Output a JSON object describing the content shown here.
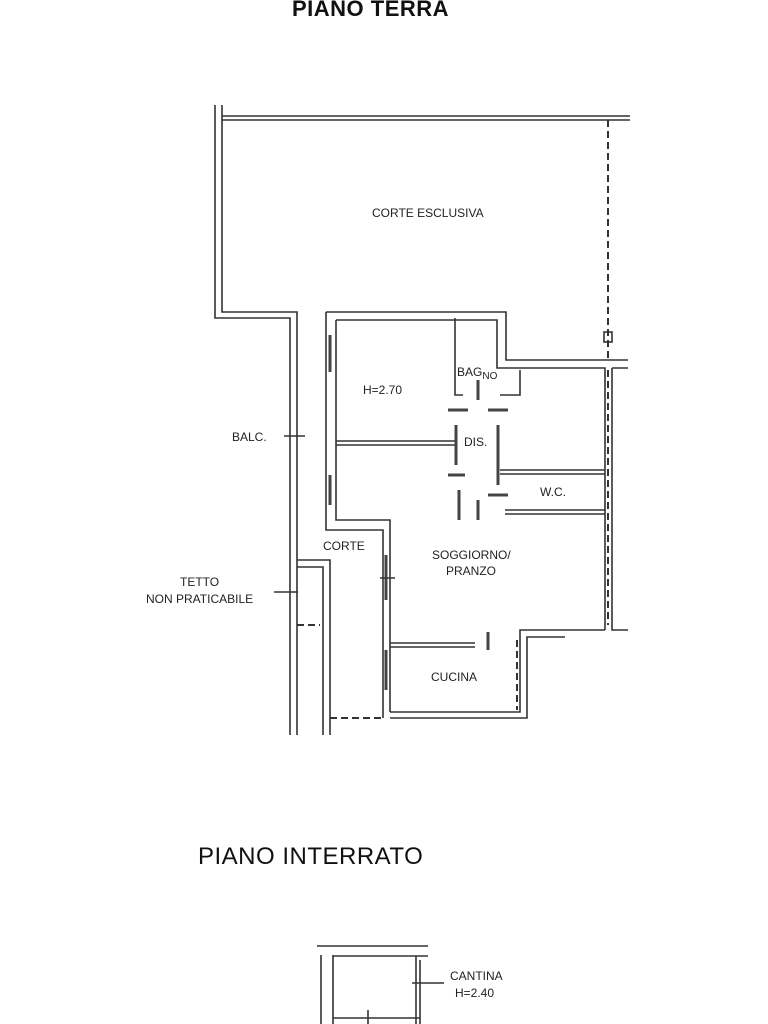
{
  "titles": {
    "ground_floor": "PIANO TERRA",
    "basement": "PIANO INTERRATO"
  },
  "rooms": {
    "corte_esclusiva": "CORTE ESCLUSIVA",
    "height_ground": "H=2.70",
    "bagno": "BAG",
    "bagno_suffix": "NO",
    "balc": "BALC.",
    "dis": "DIS.",
    "wc": "W.C.",
    "corte": "CORTE",
    "soggiorno": "SOGGIORNO/",
    "pranzo": "PRANZO",
    "tetto": "TETTO",
    "non_praticabile": "NON PRATICABILE",
    "cucina": "CUCINA",
    "cantina": "CANTINA",
    "height_basement": "H=2.40"
  }
}
